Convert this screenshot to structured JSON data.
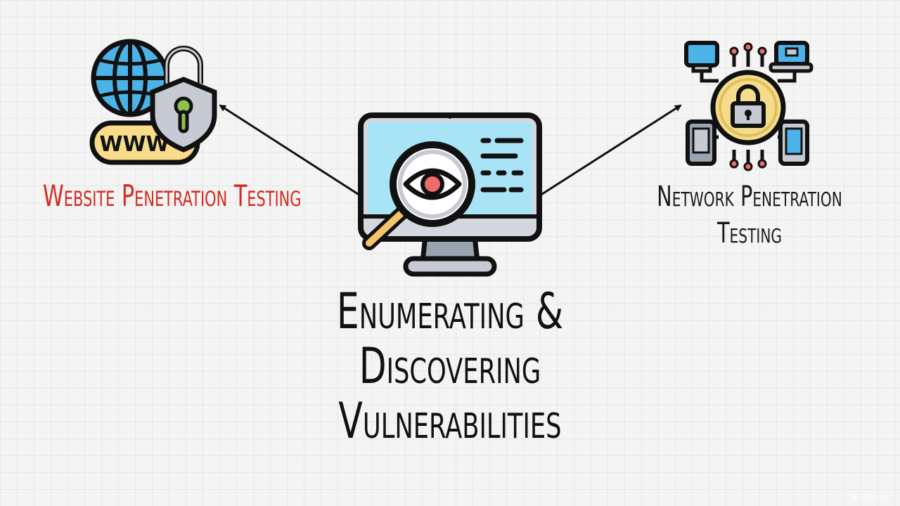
{
  "diagram": {
    "center": {
      "title": "Enumerating & Discovering Vulnerabilities"
    },
    "left": {
      "label": "Website Penetration Testing",
      "badge_text": "WWW",
      "label_color": "#d52b1e"
    },
    "right": {
      "label": "Network Penetration Testing"
    },
    "watermark": {
      "text": "Udemy"
    }
  },
  "icons": {
    "left": "globe-padlock-www-icon",
    "center": "monitor-magnifier-eye-icon",
    "right": "network-padlock-devices-icon"
  },
  "colors": {
    "outline": "#111111",
    "screen": "#a8e4f5",
    "globe": "#4bb3e8",
    "shield": "#c6cbd3",
    "keyhole": "#8bc44a",
    "badge": "#f9dc8a",
    "lock_circle": "#f5dc8c",
    "eye_iris": "#ec6b6b",
    "handle": "#f5c36b"
  }
}
